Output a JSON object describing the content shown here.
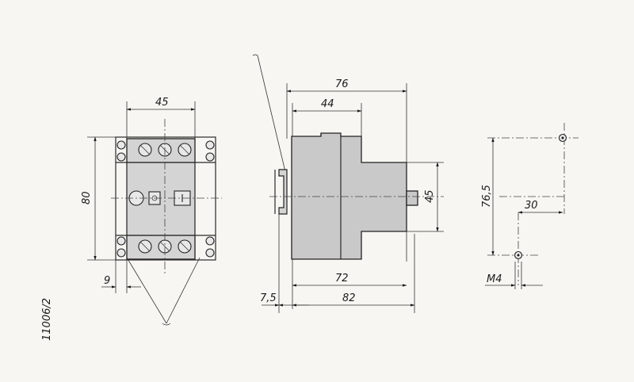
{
  "drawing_id": "11006/2",
  "front_view": {
    "width_dim": "45",
    "height_dim": "80",
    "terminal_dim": "9"
  },
  "side_view": {
    "overall_depth_dim": "76",
    "upper_depth_dim": "44",
    "knob_height_dim": "45",
    "body_depth_dim": "72",
    "total_depth_dim": "82",
    "rail_offset_dim": "7,5"
  },
  "mounting_view": {
    "vertical_spacing_dim": "76,5",
    "horizontal_spacing_dim": "30",
    "screw_size_label": "M4"
  },
  "colors": {
    "background": "#f7f6f2",
    "line": "#2a2a2a",
    "body_fill": "#c9c9c9"
  }
}
